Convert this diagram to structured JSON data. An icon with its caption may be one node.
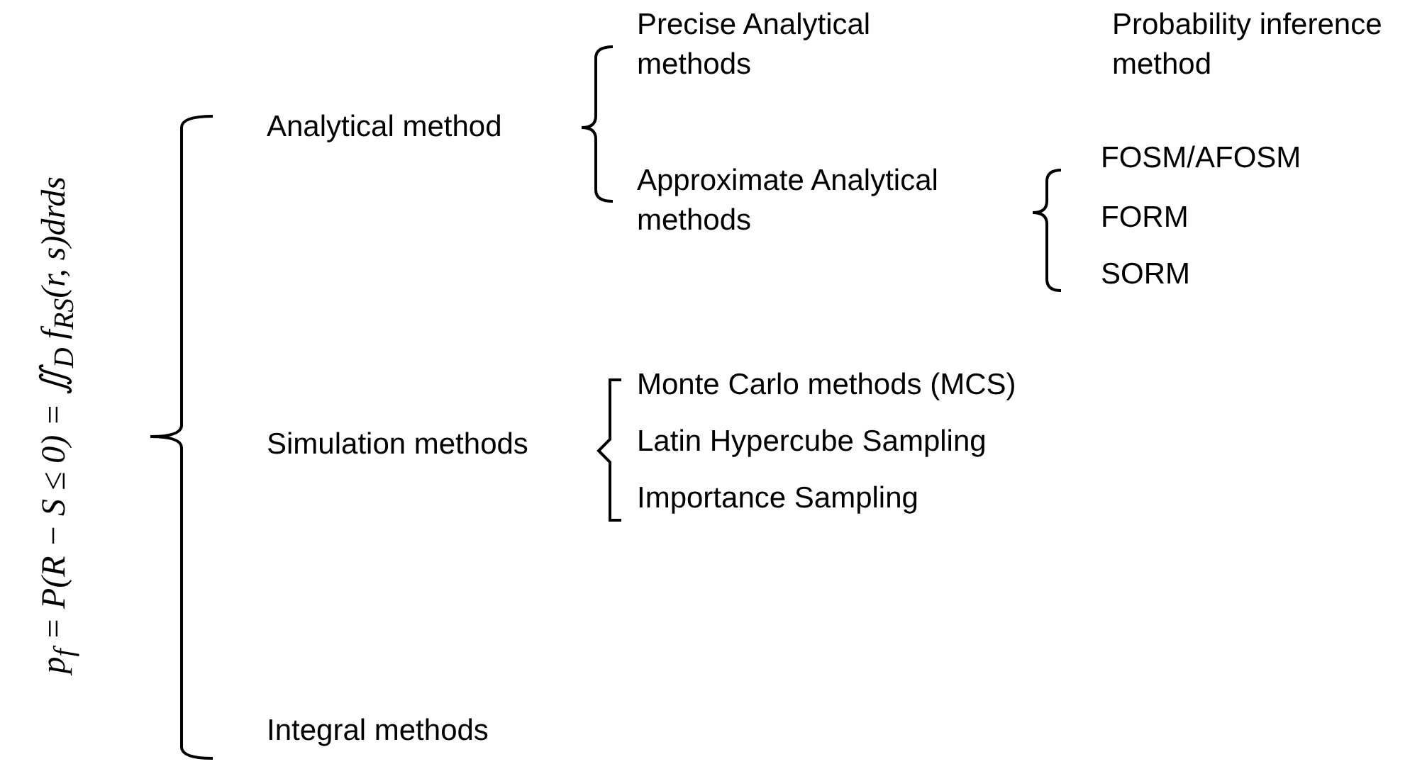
{
  "diagram": {
    "labels": [
      "p$_{f}$ = P(R − S ≤ 0) = ∬$_{D}$ f$_{RS}$(r, s)drds",
      "Precise Analytical methods",
      "Probability inference method",
      "Analytical method",
      "FOSM/AFOSM",
      "Approximate Analytical methods",
      "FORM",
      "SORM",
      "Monte Carlo methods (MCS)",
      "Simulation methods",
      "Latin Hypercube Sampling",
      "Importance Sampling",
      "Integral methods"
    ]
  }
}
